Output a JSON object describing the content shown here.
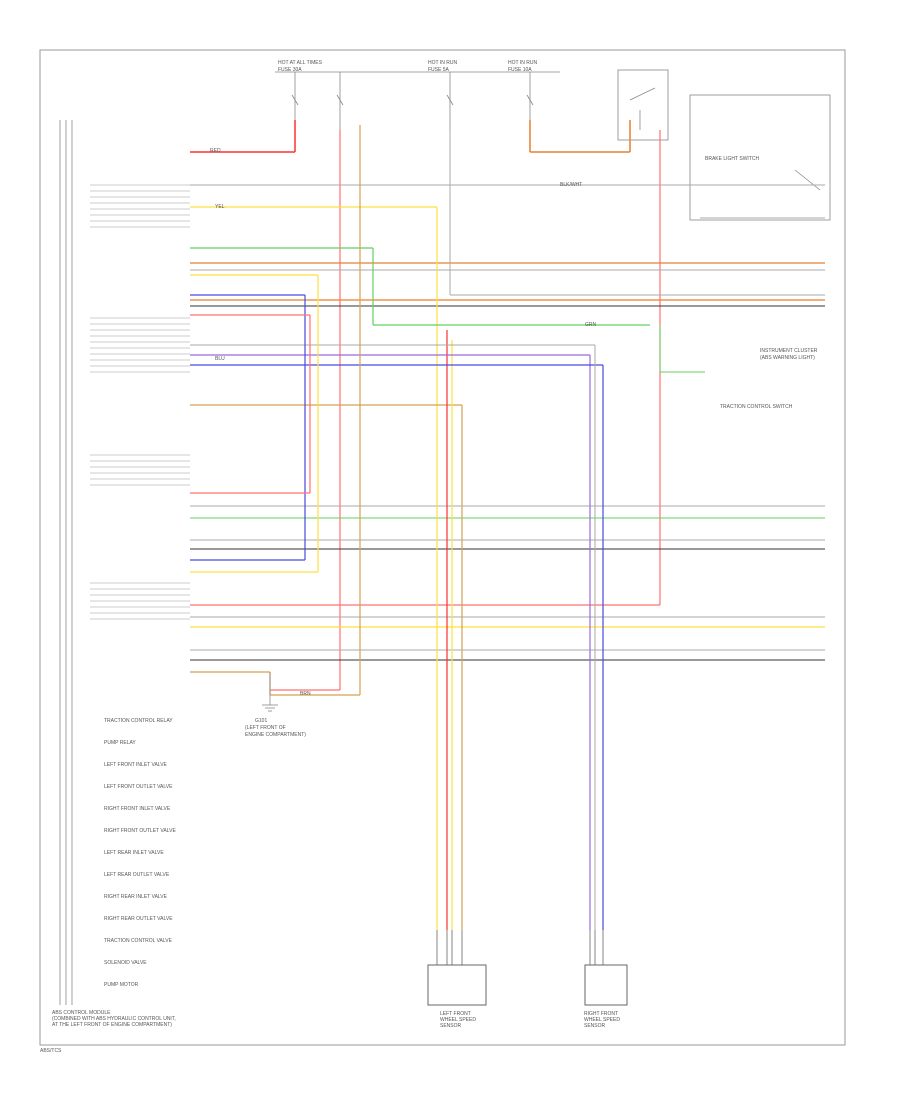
{
  "footer": {
    "code": "ABS/TCS"
  },
  "module_caption": {
    "lines": [
      "ABS CONTROL MODULE",
      "(COMBINED WITH ABS HYDRAULIC CONTROL UNIT,",
      "AT THE LEFT FRONT OF ENGINE COMPARTMENT)"
    ]
  },
  "fuses": [
    {
      "lines": [
        "HOT AT ALL TIMES",
        "FUSE 30A"
      ]
    },
    {
      "lines": [
        "HOT IN RUN",
        "FUSE 5A"
      ]
    },
    {
      "lines": [
        "HOT IN RUN",
        "FUSE 10A"
      ]
    }
  ],
  "components": {
    "left_sensor": {
      "lines": [
        "LEFT FRONT",
        "WHEEL SPEED",
        "SENSOR"
      ]
    },
    "right_sensor": {
      "lines": [
        "RIGHT FRONT",
        "WHEEL SPEED",
        "SENSOR"
      ]
    },
    "ground": {
      "lines": [
        "G101",
        "(LEFT FRONT OF",
        "ENGINE COMPARTMENT)"
      ]
    },
    "switch": {
      "lines": [
        "BRAKE LIGHT SWITCH"
      ]
    },
    "cluster": {
      "lines": [
        "INSTRUMENT CLUSTER",
        "(ABS WARNING LIGHT)"
      ]
    },
    "trac_switch": {
      "lines": [
        "TRACTION CONTROL SWITCH"
      ]
    }
  },
  "wire_labels": {
    "red": "RED",
    "blk_wht": "BLK/WHT",
    "yel": "YEL",
    "grn": "GRN",
    "blu": "BLU",
    "brn": "BRN"
  },
  "legend_items": [
    "TRACTION CONTROL RELAY",
    "PUMP RELAY",
    "LEFT FRONT INLET VALVE",
    "LEFT FRONT OUTLET VALVE",
    "RIGHT FRONT INLET VALVE",
    "RIGHT FRONT OUTLET VALVE",
    "LEFT REAR INLET VALVE",
    "LEFT REAR OUTLET VALVE",
    "RIGHT REAR INLET VALVE",
    "RIGHT REAR OUTLET VALVE",
    "TRACTION CONTROL VALVE",
    "SOLENOID VALVE",
    "PUMP MOTOR"
  ],
  "colors": {
    "red": "#ff3030",
    "pink": "#ff7070",
    "orange": "#e88030",
    "yellow": "#ffe040",
    "green": "#60d060",
    "blue": "#4a4ae0",
    "violet": "#9a6ae0",
    "black": "#333333",
    "grey": "#aaaaaa",
    "tan": "#d4a050",
    "brown": "#b07040"
  }
}
